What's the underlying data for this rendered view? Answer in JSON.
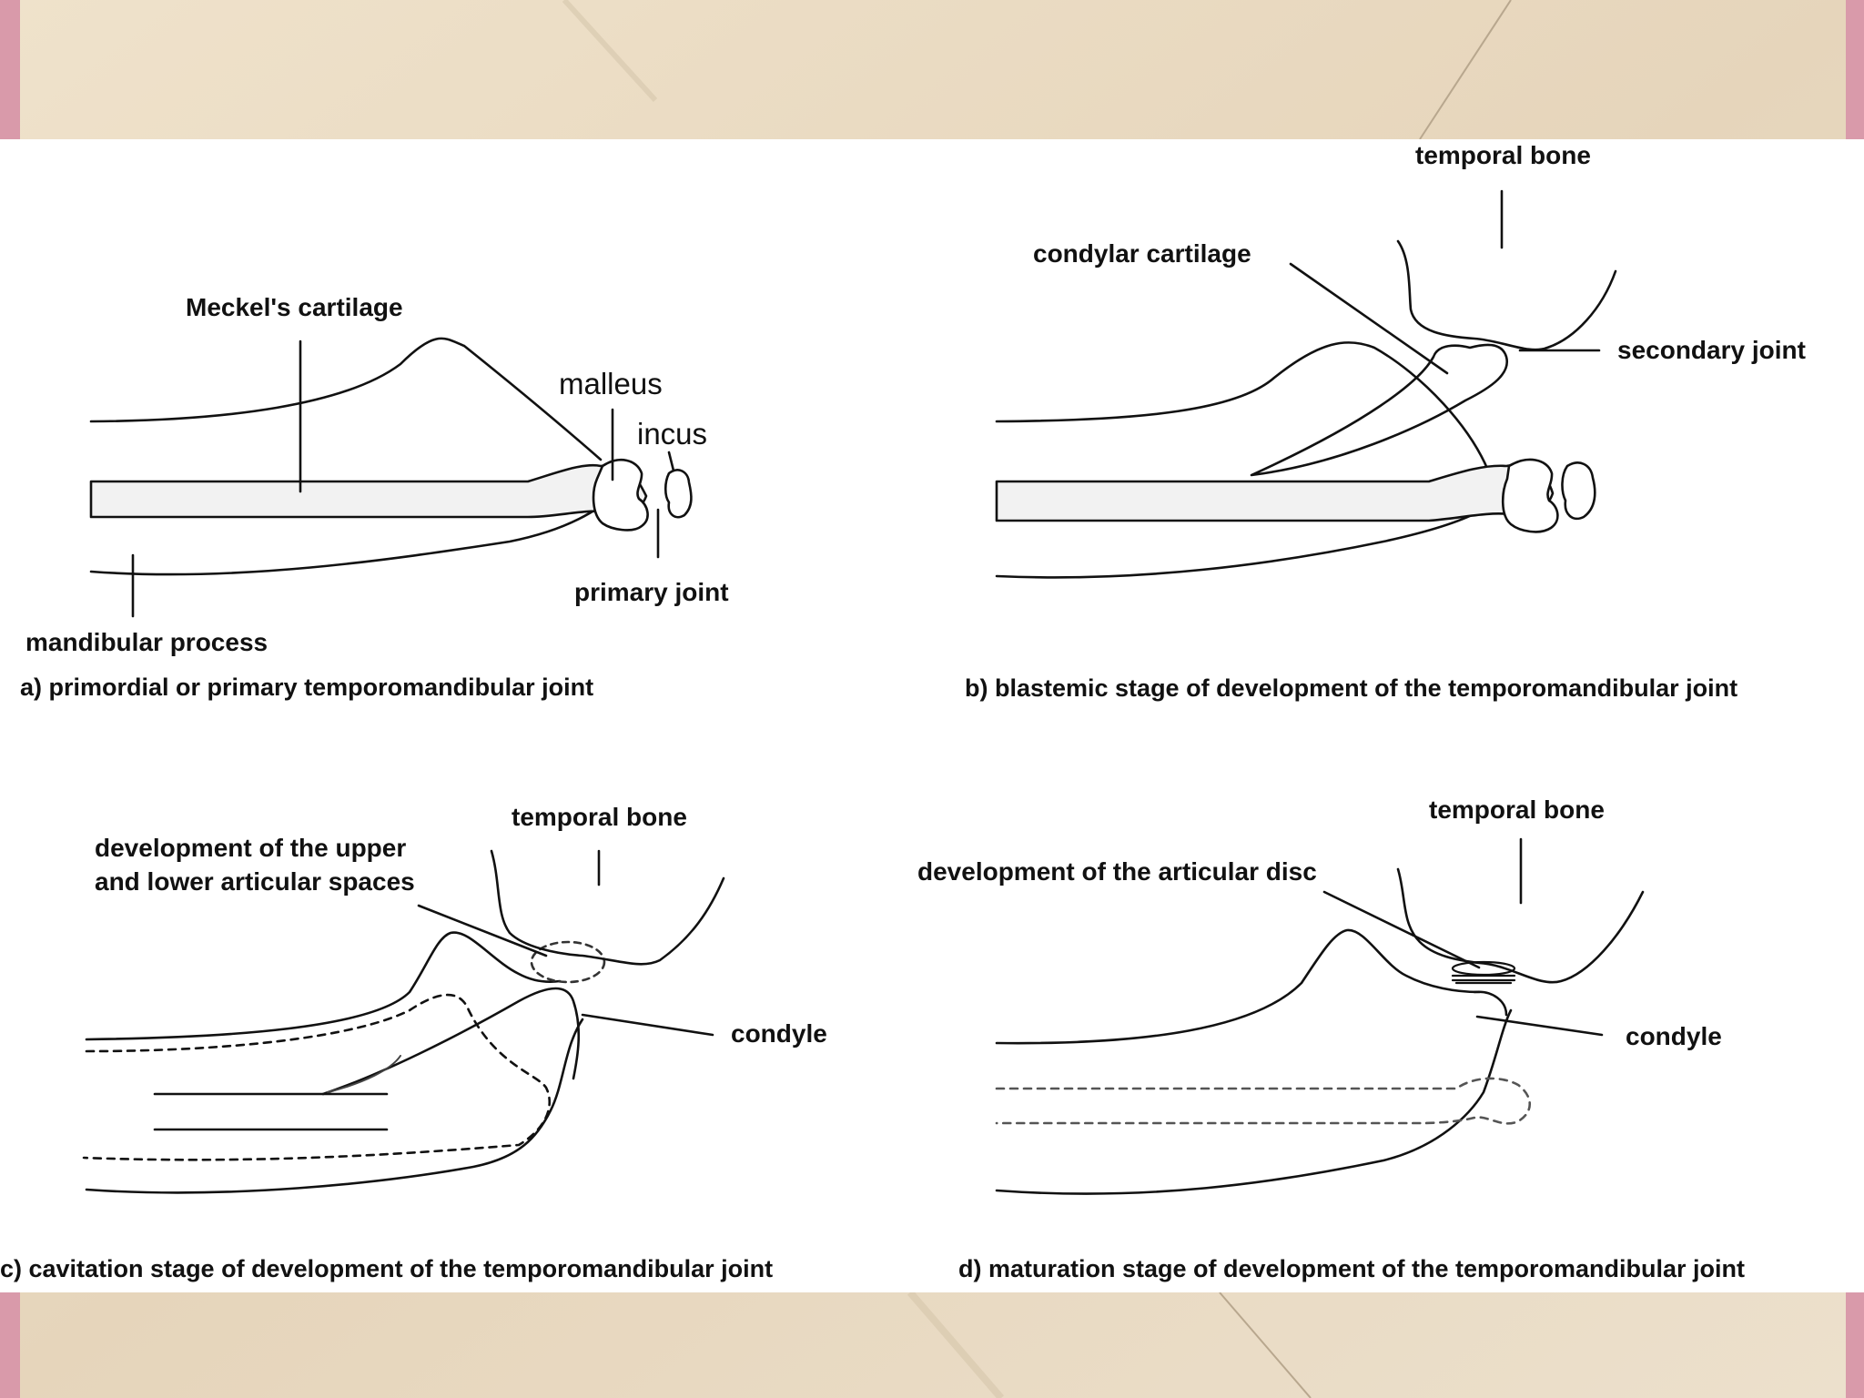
{
  "colors": {
    "ink": "#111111",
    "paper": "#ffffff",
    "marble": "#eadcc4",
    "frame_accent": "#d99aaa"
  },
  "panels": {
    "a": {
      "caption": "a) primordial or primary temporomandibular joint",
      "labels": {
        "meckels_cartilage": "Meckel's cartilage",
        "malleus": "malleus",
        "incus": "incus",
        "primary_joint": "primary joint",
        "mandibular_process": "mandibular process"
      }
    },
    "b": {
      "caption": "b) blastemic stage of development of the temporomandibular joint",
      "labels": {
        "temporal_bone": "temporal bone",
        "condylar_cartilage": "condylar cartilage",
        "secondary_joint": "secondary joint"
      }
    },
    "c": {
      "caption": "c) cavitation stage of development of the temporomandibular joint",
      "labels": {
        "articular_spaces_line1": "development of the upper",
        "articular_spaces_line2": "and lower articular spaces",
        "temporal_bone": "temporal bone",
        "condyle": "condyle"
      }
    },
    "d": {
      "caption": "d) maturation stage of development of the temporomandibular joint",
      "labels": {
        "temporal_bone": "temporal bone",
        "articular_disc": "development  of the articular disc",
        "condyle": "condyle"
      }
    }
  }
}
